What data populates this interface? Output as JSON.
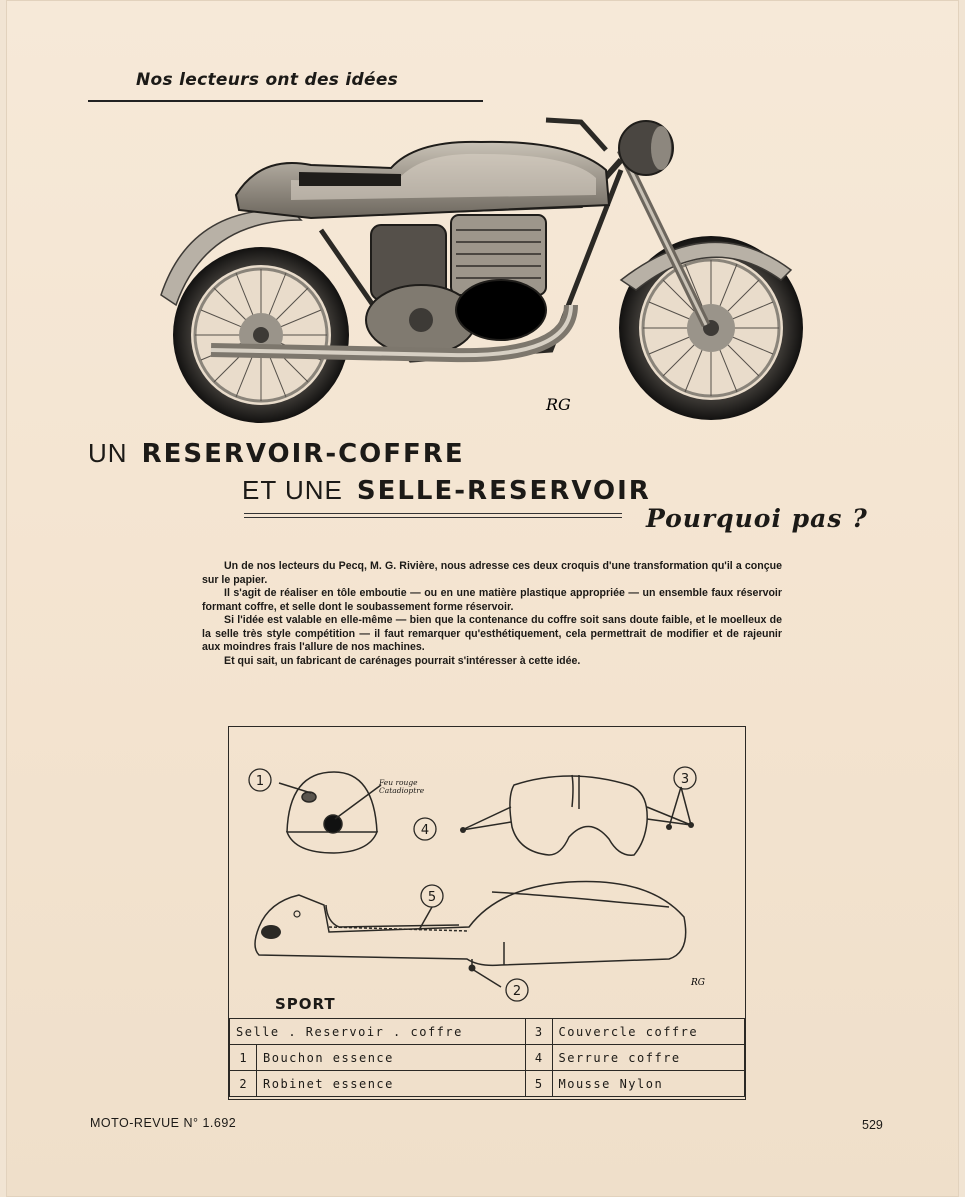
{
  "header": {
    "section": "Nos lecteurs ont des idées"
  },
  "illustration": {
    "signature": "RG"
  },
  "headline": {
    "line1_small": "UN",
    "line1_big": "RESERVOIR-COFFRE",
    "line2_small": "ET UNE",
    "line2_big": "SELLE-RESERVOIR",
    "tagline": "Pourquoi pas ?"
  },
  "article": {
    "paragraphs": [
      "Un de nos lecteurs du Pecq, M. G. Rivière, nous adresse ces deux croquis d'une transformation qu'il a conçue sur le papier.",
      "Il s'agit de réaliser en tôle emboutie — ou en une matière plastique appropriée — un ensemble faux réservoir formant coffre, et selle dont le soubassement forme réservoir.",
      "Si l'idée est valable en elle-même — bien que la contenance du coffre soit sans doute faible, et le moelleux de la selle très style compétition — il faut remarquer qu'esthétiquement, cela permettrait de modifier et de rajeunir aux moindres frais l'allure de nos machines.",
      "Et qui sait, un fabricant de carénages pourrait s'intéresser à cette idée."
    ]
  },
  "diagram": {
    "callouts": [
      "1",
      "2",
      "3",
      "4",
      "5"
    ],
    "note_line1": "Feu rouge",
    "note_line2": "Catadioptre",
    "signature": "RG",
    "label": "SPORT"
  },
  "legend": {
    "rows": [
      {
        "left_num": "",
        "left_label": "Selle . Reservoir . coffre",
        "right_num": "3",
        "right_label": "Couvercle coffre"
      },
      {
        "left_num": "1",
        "left_label": "Bouchon essence",
        "right_num": "4",
        "right_label": "Serrure coffre"
      },
      {
        "left_num": "2",
        "left_label": "Robinet essence",
        "right_num": "5",
        "right_label": "Mousse Nylon"
      }
    ]
  },
  "footer": {
    "publication": "MOTO-REVUE N° 1.692",
    "page": "529"
  }
}
